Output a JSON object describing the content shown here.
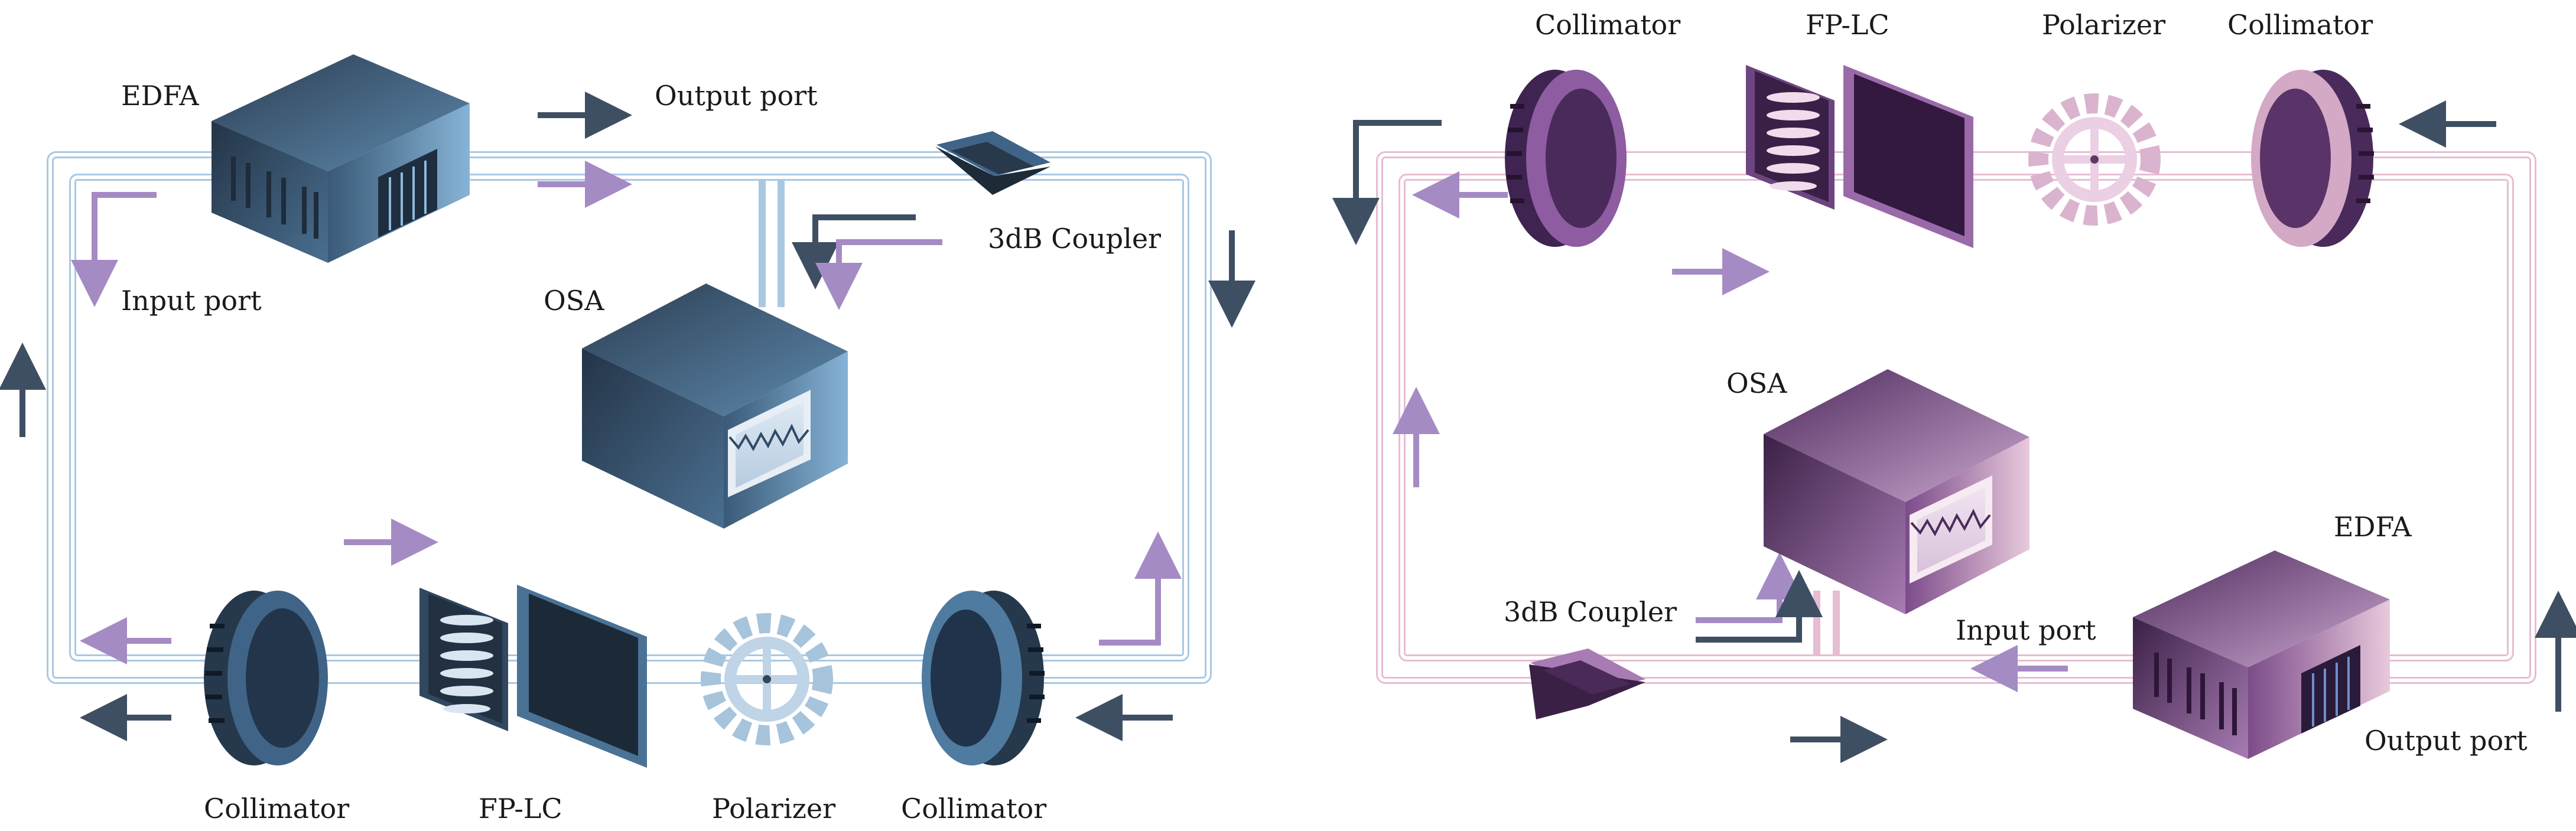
{
  "colors": {
    "dark_arrow": "#3f4f63",
    "light_arrow": "#a58bc4",
    "left_fiber": "#a9c8e2",
    "right_fiber": "#e6bdd3",
    "left_device": "#4e7597",
    "right_device": "#8a5c93"
  },
  "left_panel": {
    "labels": {
      "edfa": "EDFA",
      "output_port": "Output port",
      "input_port": "Input port",
      "osa": "OSA",
      "coupler": "3dB Coupler",
      "collimator_left": "Collimator",
      "fp_lc": "FP-LC",
      "polarizer": "Polarizer",
      "collimator_right": "Collimator"
    }
  },
  "right_panel": {
    "labels": {
      "collimator_left": "Collimator",
      "fp_lc": "FP-LC",
      "polarizer": "Polarizer",
      "collimator_right": "Collimator",
      "osa": "OSA",
      "edfa": "EDFA",
      "coupler": "3dB Coupler",
      "input_port": "Input port",
      "output_port": "Output port"
    }
  },
  "icons": [
    "amplifier-box-icon",
    "analyzer-box-icon",
    "coupler-prism-icon",
    "collimator-lens-icon",
    "liquid-crystal-filter-icon",
    "polarizer-gear-icon",
    "arrow-icon"
  ]
}
